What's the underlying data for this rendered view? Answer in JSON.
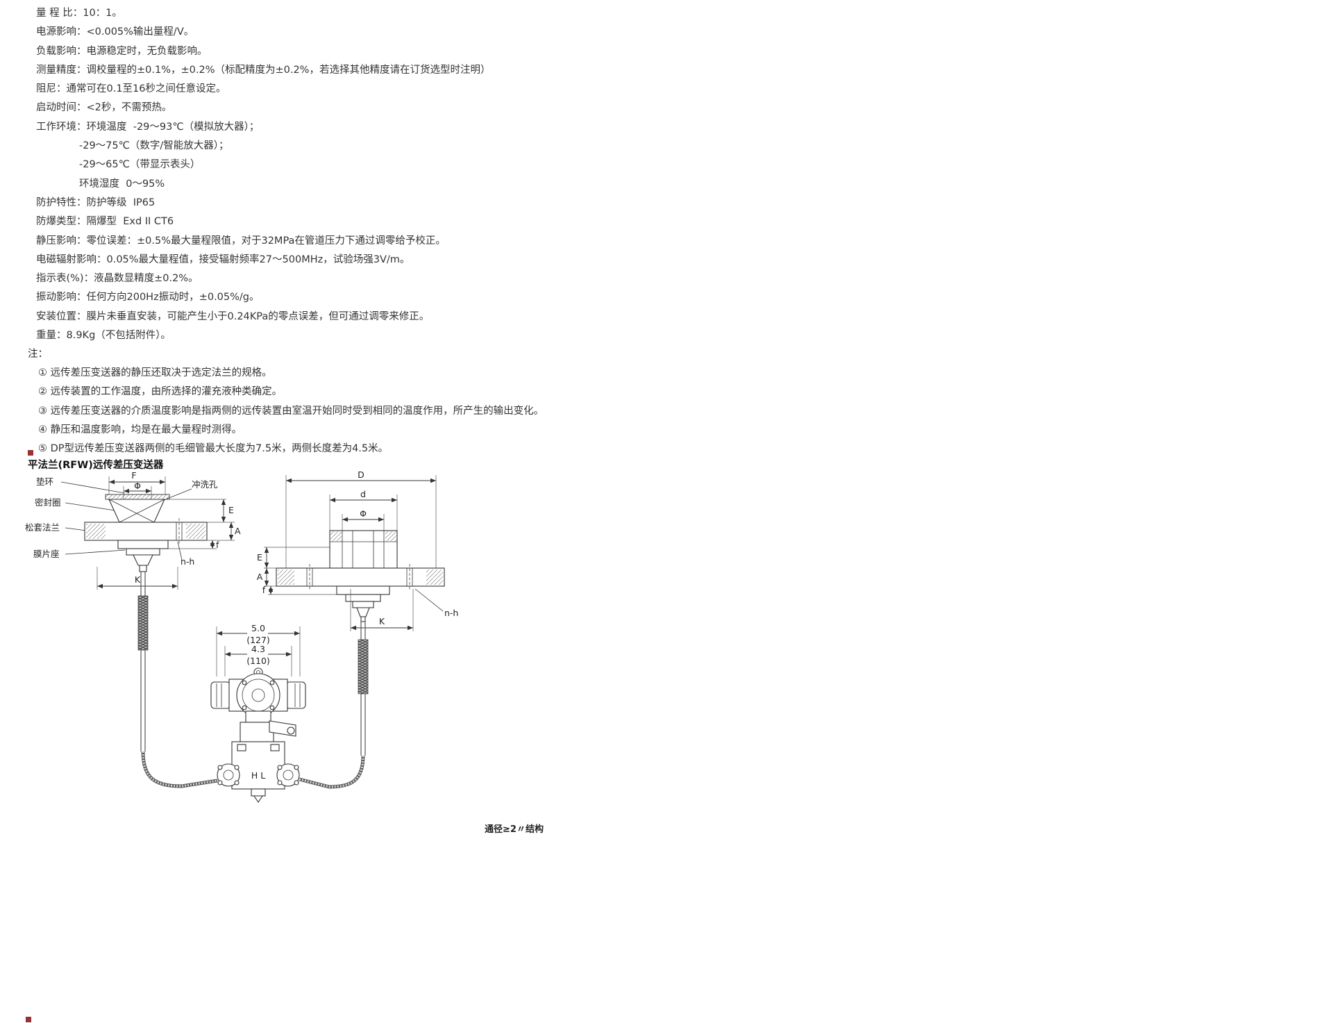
{
  "colors": {
    "text": "#333333",
    "line": "#333333",
    "marker_red": "#993333"
  },
  "specs": [
    "量 程 比：10：1。",
    "电源影响：<0.005%输出量程/V。",
    "负载影响：电源稳定时，无负载影响。",
    "测量精度：调校量程的±0.1%，±0.2%（标配精度为±0.2%，若选择其他精度请在订货选型时注明）",
    "阻尼：通常可在0.1至16秒之间任意设定。",
    "启动时间：<2秒，不需预热。",
    "工作环境：环境温度  -29～93℃（模拟放大器）；",
    "-29～75℃（数字/智能放大器）；",
    "-29～65℃（带显示表头）",
    "环境湿度  0～95%",
    "防护特性：防护等级  IP65",
    "防爆类型：隔爆型  Exd II CT6",
    "静压影响：零位误差：±0.5%最大量程限值，对于32MPa在管道压力下通过调零给予校正。",
    "电磁辐射影响：0.05%最大量程值，接受辐射频率27～500MHz，试验场强3V/m。",
    "指示表(%)：液晶数显精度±0.2%。",
    "振动影响：任何方向200Hz振动时，±0.05%/g。",
    "安装位置：膜片未垂直安装，可能产生小于0.24KPa的零点误差，但可通过调零来修正。",
    "重量：8.9Kg（不包括附件）。"
  ],
  "notes": {
    "title": "注：",
    "items": [
      "① 远传差压变送器的静压还取决于选定法兰的规格。",
      "② 远传装置的工作温度，由所选择的灌充液种类确定。",
      "③ 远传差压变送器的介质温度影响是指两侧的远传装置由室温开始同时受到相同的温度作用，所产生的输出变化。",
      "④ 静压和温度影响，均是在最大量程时测得。",
      "⑤ DP型远传差压变送器两侧的毛细管最大长度为7.5米，两侧长度差为4.5米。"
    ]
  },
  "diagram": {
    "title": "平法兰(RFW)远传差压变送器",
    "caption": "通径≥2〃结构",
    "left_view": {
      "labels": [
        "垫环",
        "密封圈",
        "松套法兰",
        "膜片座"
      ],
      "flush_hole": "冲洗孔",
      "dims": {
        "F": "F",
        "phi": "Φ",
        "E": "E",
        "A": "A",
        "f": "f",
        "nh": "n-h",
        "K": "K"
      }
    },
    "right_view": {
      "dims": {
        "D": "D",
        "d": "d",
        "phi": "Φ",
        "E": "E",
        "A": "A",
        "f": "f",
        "nh": "n-h",
        "K": "K"
      }
    },
    "transmitter": {
      "dim_in_1": "5.0",
      "dim_mm_1": "(127)",
      "dim_in_2": "4.3",
      "dim_mm_2": "(110)",
      "port_marks": "H L"
    }
  }
}
